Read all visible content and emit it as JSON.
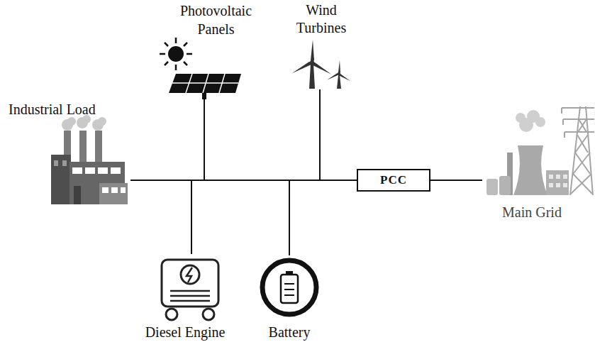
{
  "diagram": {
    "nodes": [
      {
        "text": [
          "Industrial Load"
        ]
      },
      {
        "text": [
          "Photovoltaic Panels"
        ]
      },
      {
        "text": [
          "Wind Turbines"
        ]
      },
      {
        "text": [
          "PCC"
        ]
      },
      {
        "text": [
          "Main Grid"
        ]
      },
      {
        "text": [
          "Diesel Engine"
        ]
      },
      {
        "text": [
          "Battery"
        ]
      }
    ],
    "edges": [
      {
        "from": 0,
        "to": 3,
        "arrow": "none"
      },
      {
        "from": 1,
        "to": 3,
        "arrow": "none"
      },
      {
        "from": 2,
        "to": 3,
        "arrow": "none"
      },
      {
        "from": 5,
        "to": 3,
        "arrow": "none"
      },
      {
        "from": 6,
        "to": 3,
        "arrow": "none"
      },
      {
        "from": 3,
        "to": 4,
        "arrow": "none"
      }
    ]
  }
}
